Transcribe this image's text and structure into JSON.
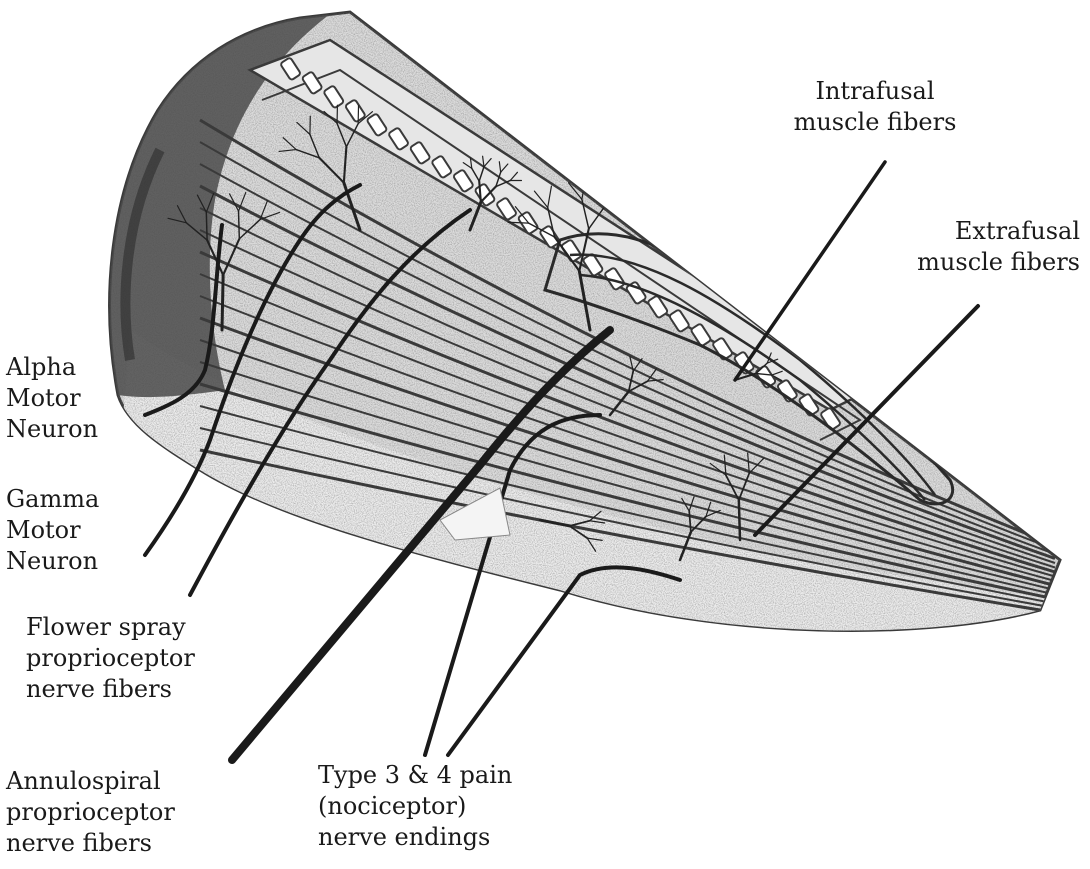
{
  "labels": {
    "alpha_motor_neuron": [
      "Alpha",
      "Motor",
      "Neuron"
    ],
    "gamma_motor_neuron": [
      "Gamma",
      "Motor",
      "Neuron"
    ],
    "flower_spray": [
      "Flower spray",
      "proprioceptor",
      "nerve fibers"
    ],
    "annulospiral": [
      "Annulospiral",
      "proprioceptor",
      "nerve fibers"
    ],
    "nociceptor": [
      "Type 3 & 4 pain",
      "(nociceptor)",
      "nerve endings"
    ],
    "intrafusal": [
      "Intrafusal",
      "muscle fibers"
    ],
    "extrafusal": [
      "Extrafusal",
      "muscle fibers"
    ]
  }
}
